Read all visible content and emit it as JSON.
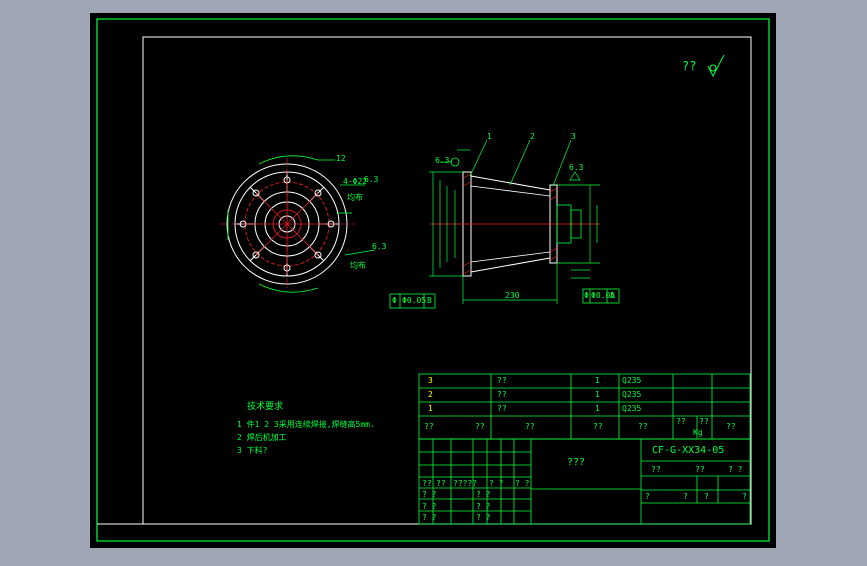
{
  "colors": {
    "background": "#9ea7b3",
    "canvas": "#000000",
    "frame": "#00ff3c",
    "inner_frame": "#ffffff",
    "red": "#ff2020",
    "yellow": "#ffff00",
    "cyan": "#00ffff"
  },
  "roughness_symbol": "??",
  "bom": [
    {
      "no": "3",
      "name": "??",
      "qty": "1",
      "material": "Q235"
    },
    {
      "no": "2",
      "name": "??",
      "qty": "1",
      "material": "Q235"
    },
    {
      "no": "1",
      "name": "??",
      "qty": "1",
      "material": "Q235"
    }
  ],
  "bom_header": {
    "c1": "??",
    "c2": "??",
    "c3": "??",
    "c4": "??",
    "c5": "??",
    "c6": "??",
    "c7": "??",
    "c8": "??",
    "c9": "Kg"
  },
  "title_block": {
    "drawing_name": "???",
    "drawing_no": "CF-G-XX34-05",
    "r1a": "??",
    "r1b": "??",
    "r1c": "? ?",
    "r2a": "?",
    "r2b": "?",
    "r2c": "?",
    "r2d": "?"
  },
  "left_block": {
    "r1a": "??",
    "r1b": "??",
    "r1c": "?????",
    "r1d": "? ?",
    "r1e": "? ?",
    "r2a": "? ?",
    "r2b": "? ?",
    "r3a": "? ?",
    "r3b": "? ?",
    "r4a": "? ?",
    "r4b": "? ?"
  },
  "tech_req": {
    "title": "技术要求",
    "line1": "1 件1 2 3采用连续焊接,焊缝高5mm.",
    "line2": "2 焊后机加工",
    "line3": "3 下料?"
  },
  "callouts": {
    "c1": "1",
    "c2": "2",
    "c3": "3",
    "d1": "Φ",
    "d2": "Φ0.05",
    "d3": "B",
    "d4": "Φ0.05",
    "d5": "A",
    "d6": "6.3",
    "d7": "6.3",
    "d8": "6.3",
    "d9": "6.3",
    "d10": "230",
    "d11": "12",
    "d12": "4-Φ22",
    "d13": "均布",
    "d14": "均布",
    "d15": "Φ"
  }
}
